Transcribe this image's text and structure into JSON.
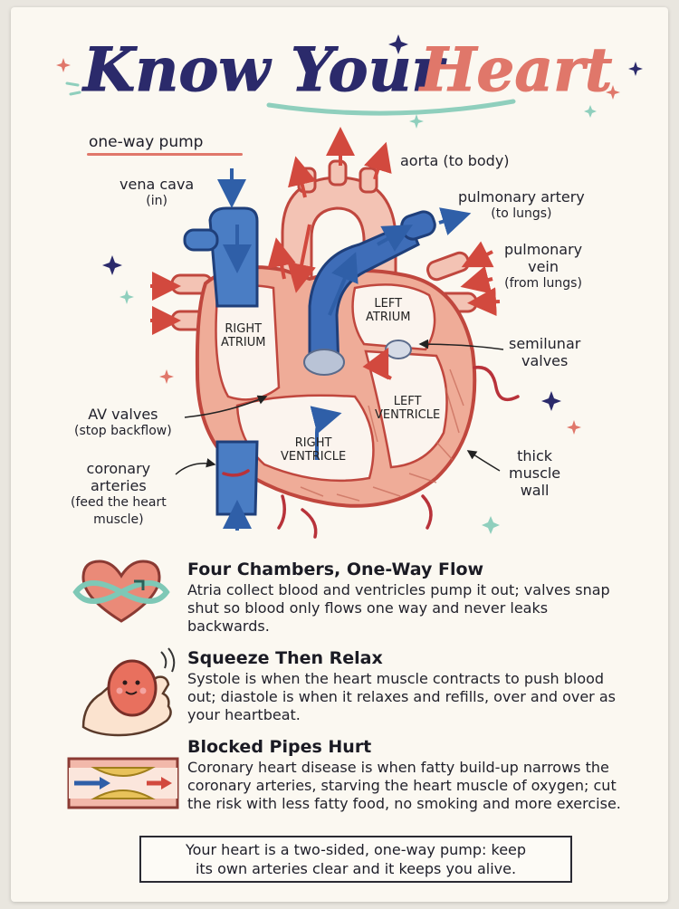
{
  "title": {
    "part1": "Know Your",
    "part2": "Heart"
  },
  "tagline": "one-way pump",
  "labels": {
    "vena_cava": {
      "line1": "vena cava",
      "line2": "(in)"
    },
    "aorta": "aorta (to body)",
    "pulmonary_artery": {
      "line1": "pulmonary artery",
      "line2": "(to lungs)"
    },
    "pulmonary_vein": {
      "line1": "pulmonary",
      "line2": "vein",
      "line3": "(from lungs)"
    },
    "semilunar": {
      "line1": "semilunar",
      "line2": "valves"
    },
    "av_valves": {
      "line1": "AV valves",
      "line2": "(stop backflow)"
    },
    "coronary": {
      "line1": "coronary",
      "line2": "arteries",
      "line3": "(feed the heart",
      "line4": "muscle)"
    },
    "muscle_wall": {
      "line1": "thick",
      "line2": "muscle",
      "line3": "wall"
    }
  },
  "chambers": {
    "right_atrium": {
      "line1": "RIGHT",
      "line2": "ATRIUM"
    },
    "left_atrium": {
      "line1": "LEFT",
      "line2": "ATRIUM"
    },
    "left_ventricle": {
      "line1": "LEFT",
      "line2": "VENTRICLE"
    },
    "right_ventricle": {
      "line1": "RIGHT",
      "line2": "VENTRICLE"
    }
  },
  "sections": [
    {
      "heading": "Four Chambers, One-Way Flow",
      "body": "Atria collect blood and ventricles pump it out; valves snap shut so blood only flows one way and never leaks backwards.",
      "icon": "heart-infinity-icon"
    },
    {
      "heading": "Squeeze Then Relax",
      "body": "Systole is when the heart muscle contracts to push blood out; diastole is when it relaxes and refills, over and over as your heartbeat.",
      "icon": "squeezed-heart-icon"
    },
    {
      "heading": "Blocked Pipes Hurt",
      "body": "Coronary heart disease is when fatty build-up narrows the coronary arteries, starving the heart muscle of oxygen; cut the risk with less fatty food, no smoking and more exercise.",
      "icon": "blocked-artery-icon"
    }
  ],
  "summary": {
    "line1": "Your heart is a two-sided, one-way pump: keep",
    "line2": "its own arteries clear and it keeps you alive."
  },
  "colors": {
    "navy": "#2b2a6b",
    "coral": "#e0776a",
    "mint": "#8fcfbd",
    "blue_vessel": "#2f5fa8",
    "red_arrow": "#d2493e",
    "heart_fill": "#f0b6a4"
  }
}
